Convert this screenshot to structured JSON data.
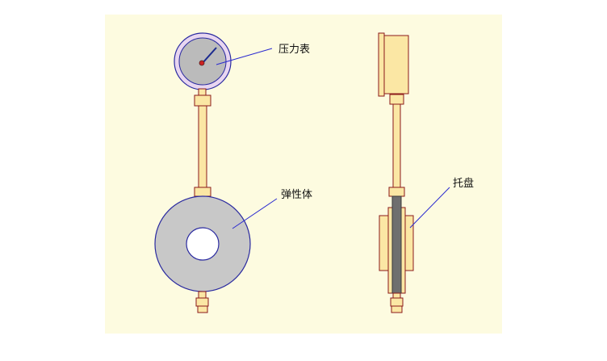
{
  "labels": {
    "pressure_gauge": "压力表",
    "elastic_body": "弹性体",
    "tray": "托盘"
  },
  "colors": {
    "background": "#ffffff",
    "panel": "#fdfbe0",
    "metal": "#fbe7a4",
    "outline": "#8b1a1a",
    "ring": "#c8c8c8",
    "ring_outline": "#2a2aa0",
    "leader": "#2a2ad0",
    "dark_rod": "#6f6f6f",
    "gauge_face": "#bbbbbb",
    "gauge_bezel": "#e8d6f0"
  }
}
